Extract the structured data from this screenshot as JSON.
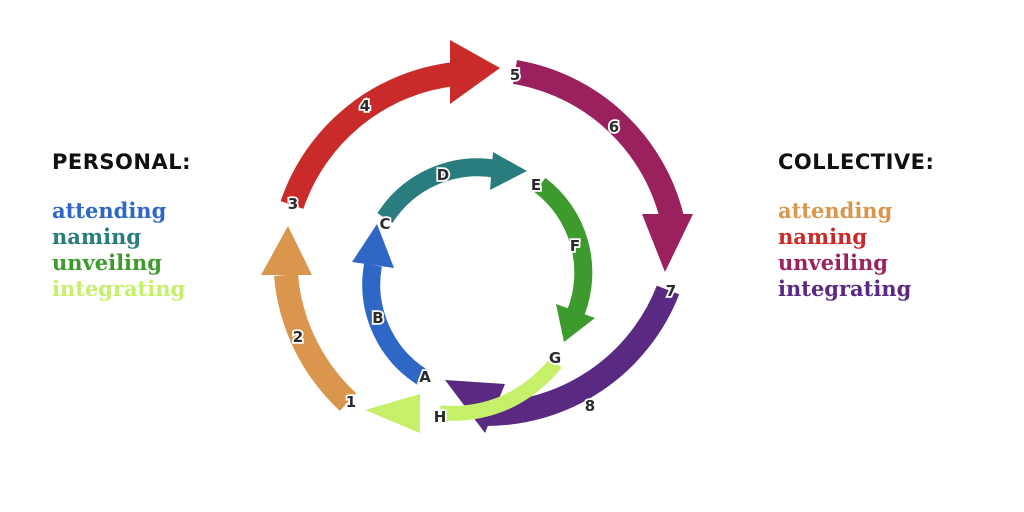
{
  "personal": {
    "title": "PERSONAL:",
    "items": [
      {
        "label": "attending",
        "color": "#2f67c6"
      },
      {
        "label": "naming",
        "color": "#2a7d7f"
      },
      {
        "label": "unveiling",
        "color": "#3d9a2d"
      },
      {
        "label": "integrating",
        "color": "#c6f06a"
      }
    ]
  },
  "collective": {
    "title": "COLLECTIVE:",
    "items": [
      {
        "label": "attending",
        "color": "#d9964c"
      },
      {
        "label": "naming",
        "color": "#c92a2a"
      },
      {
        "label": "unveiling",
        "color": "#9b205e"
      },
      {
        "label": "integrating",
        "color": "#5a2a82"
      }
    ]
  },
  "outer_steps": [
    "1",
    "2",
    "3",
    "4",
    "5",
    "6",
    "7",
    "8"
  ],
  "inner_steps": [
    "A",
    "B",
    "C",
    "D",
    "E",
    "F",
    "G",
    "H"
  ]
}
